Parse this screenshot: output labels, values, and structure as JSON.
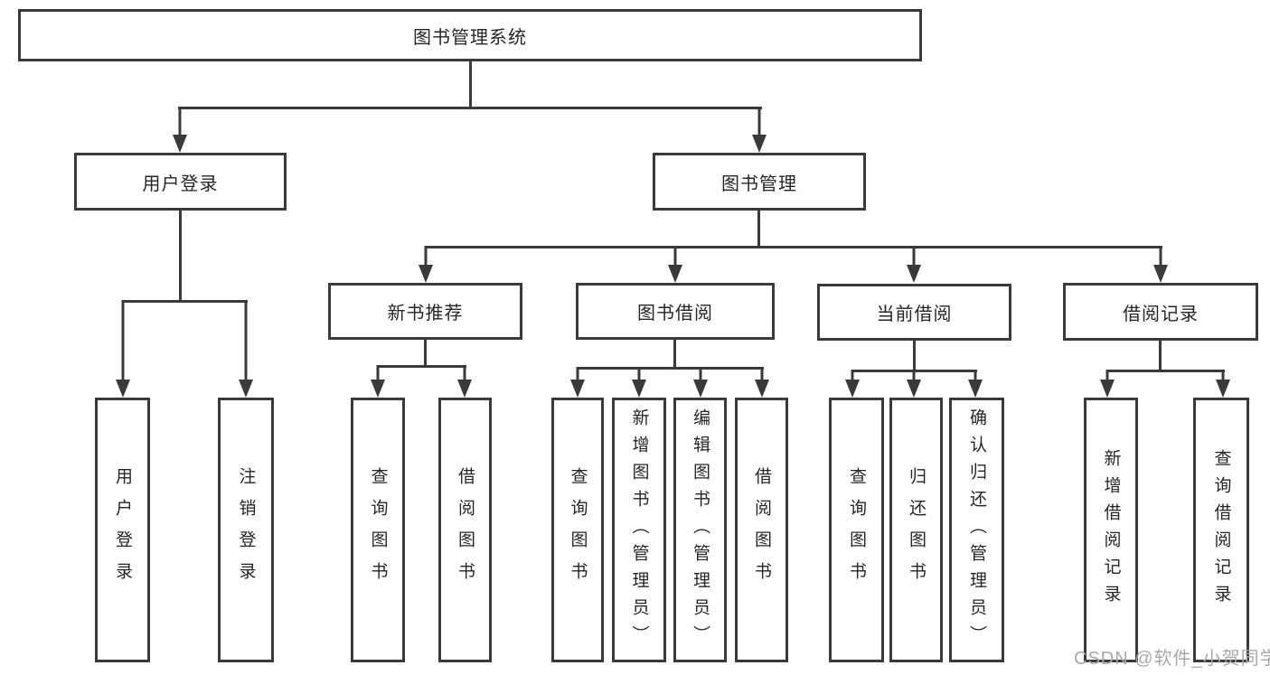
{
  "tree": {
    "root": "图书管理系统",
    "children": [
      {
        "label": "用户登录",
        "children": [
          "用户登录",
          "注销登录"
        ]
      },
      {
        "label": "图书管理",
        "children": [
          {
            "label": "新书推荐",
            "children": [
              "查询图书",
              "借阅图书"
            ]
          },
          {
            "label": "图书借阅",
            "children": [
              "查询图书",
              "新增图书（管理员）",
              "编辑图书（管理员）",
              "借阅图书"
            ]
          },
          {
            "label": "当前借阅",
            "children": [
              "查询图书",
              "归还图书",
              "确认归还（管理员）"
            ]
          },
          {
            "label": "借阅记录",
            "children": [
              "新增借阅记录",
              "查询借阅记录"
            ]
          }
        ]
      }
    ]
  },
  "watermark": "CSDN @软件_小贺同学",
  "colors": {
    "line": "#3a3a3a",
    "text": "#262626",
    "watermark": "#a8a8a8",
    "bg": "#ffffff"
  }
}
